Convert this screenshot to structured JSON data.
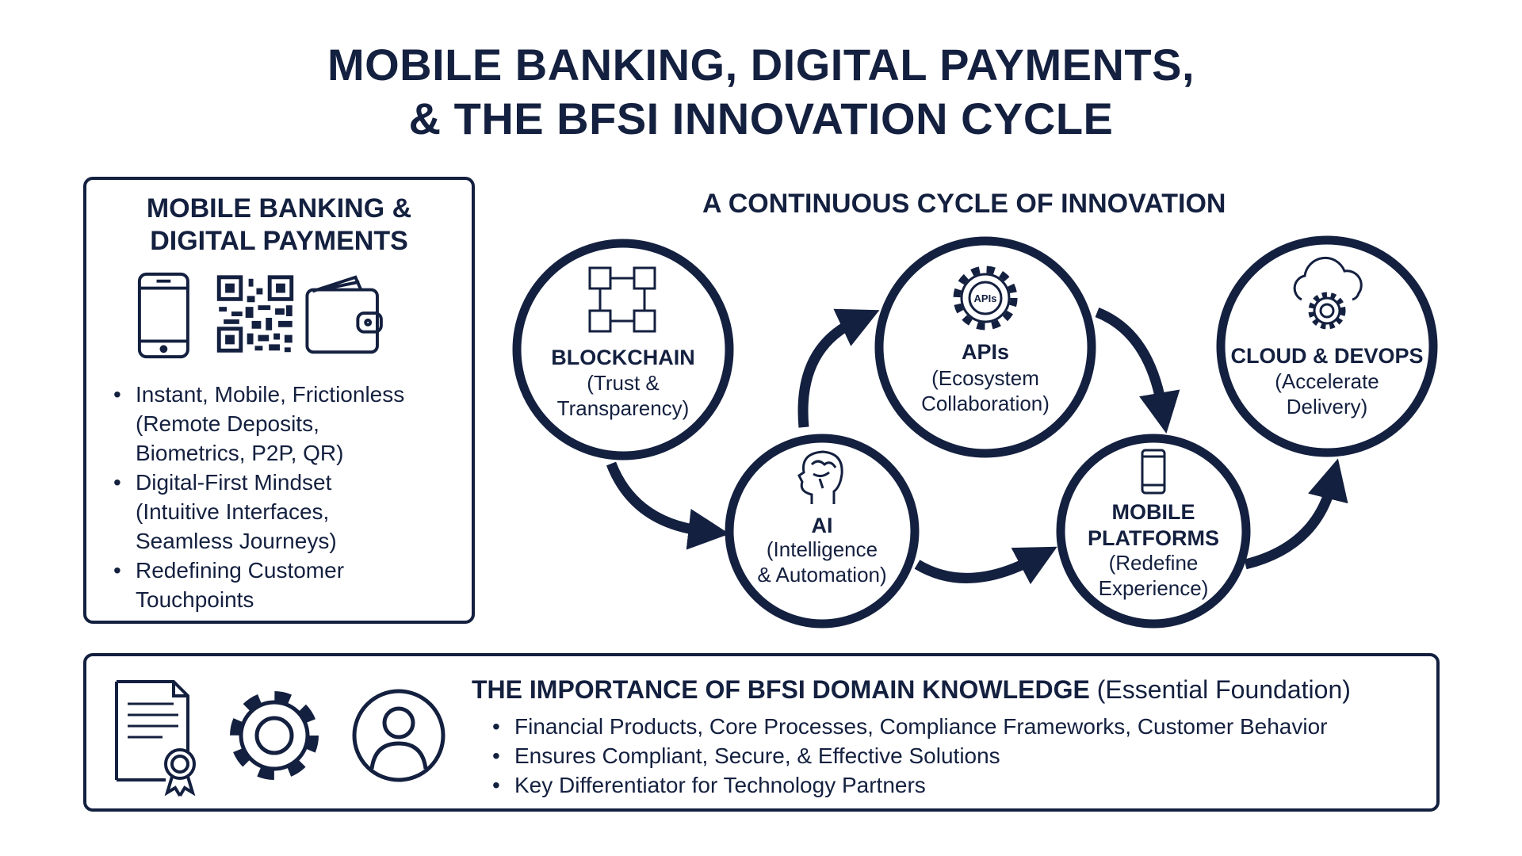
{
  "title": {
    "line1": "MOBILE BANKING, DIGITAL PAYMENTS,",
    "line2": "& THE BFSI INNOVATION CYCLE"
  },
  "left_panel": {
    "heading_line1": "MOBILE BANKING &",
    "heading_line2": "DIGITAL PAYMENTS",
    "icons": [
      "smartphone-icon",
      "qr-code-icon",
      "wallet-icon"
    ],
    "bullets": [
      {
        "line1": "Instant, Mobile, Frictionless",
        "line2": "(Remote Deposits,",
        "line3": "Biometrics, P2P, QR)"
      },
      {
        "line1": "Digital-First Mindset",
        "line2": "(Intuitive Interfaces,",
        "line3": "Seamless Journeys)"
      },
      {
        "line1": "Redefining Customer",
        "line2": "Touchpoints"
      }
    ]
  },
  "cycle": {
    "heading": "A CONTINUOUS CYCLE OF INNOVATION",
    "nodes": [
      {
        "title": "BLOCKCHAIN",
        "desc1": "(Trust &",
        "desc2": "Transparency)",
        "icon": "blockchain-icon"
      },
      {
        "title": "AI",
        "desc1": "(Intelligence",
        "desc2": "& Automation)",
        "icon": "brain-head-icon"
      },
      {
        "title": "APIs",
        "desc1": "(Ecosystem",
        "desc2": "Collaboration)",
        "icon": "api-gear-icon",
        "icon_label": "APIs"
      },
      {
        "title1": "MOBILE",
        "title2": "PLATFORMS",
        "desc1": "(Redefine",
        "desc2": "Experience)",
        "icon": "smartphone-icon"
      },
      {
        "title": "CLOUD & DEVOPS",
        "desc1": "(Accelerate",
        "desc2": "Delivery)",
        "icon": "cloud-gear-icon"
      }
    ],
    "color": "#14203f"
  },
  "bottom_panel": {
    "heading": "THE IMPORTANCE OF BFSI DOMAIN KNOWLEDGE",
    "heading_note": "(Essential Foundation)",
    "icons": [
      "certificate-document-icon",
      "gear-icon",
      "user-icon"
    ],
    "bullets": [
      "Financial Products, Core Processes, Compliance Frameworks, Customer Behavior",
      "Ensures Compliant, Secure, & Effective Solutions",
      "Key Differentiator for Technology Partners"
    ]
  }
}
